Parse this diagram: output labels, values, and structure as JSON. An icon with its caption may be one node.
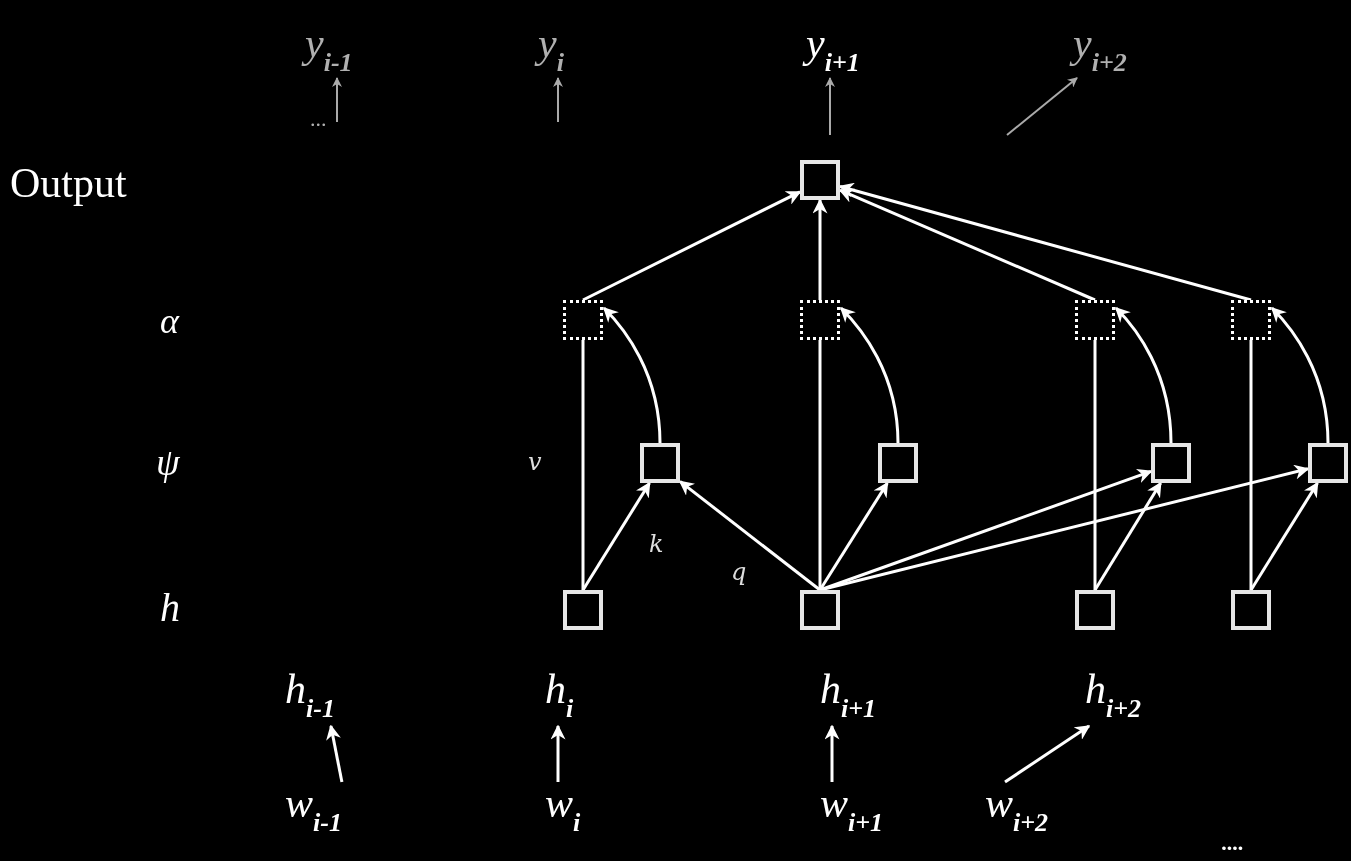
{
  "diagram": {
    "nodes": [
      {
        "text": [
          "y$_{i-1}$"
        ]
      },
      {
        "text": [
          "y$_{i}$"
        ]
      },
      {
        "text": [
          "y$_{i+1}$"
        ]
      },
      {
        "text": [
          "y$_{i+2}$"
        ]
      },
      {
        "text": [],
        "shape": "box"
      },
      {
        "text": [],
        "shape": "box"
      },
      {
        "text": [],
        "shape": "box"
      },
      {
        "text": [],
        "shape": "box"
      },
      {
        "text": [],
        "shape": "box"
      },
      {
        "text": [],
        "shape": "box"
      },
      {
        "text": [],
        "shape": "box"
      },
      {
        "text": [],
        "shape": "box"
      },
      {
        "text": [],
        "shape": "box"
      },
      {
        "text": [],
        "shape": "box"
      },
      {
        "text": [],
        "shape": "box"
      },
      {
        "text": [],
        "shape": "box"
      },
      {
        "text": [],
        "shape": "box"
      },
      {
        "text": [
          "h$_{i-1}$"
        ]
      },
      {
        "text": [
          "h$_{i}$"
        ]
      },
      {
        "text": [
          "h$_{i+1}$"
        ]
      },
      {
        "text": [
          "h$_{i+2}$"
        ]
      },
      {
        "text": [
          "w$_{i-1}$"
        ]
      },
      {
        "text": [
          "w$_{i}$"
        ]
      },
      {
        "text": [
          "w$_{i+1}$"
        ]
      },
      {
        "text": [
          "w$_{i+2}$"
        ]
      }
    ],
    "edges": [
      {
        "from": null,
        "to": 0,
        "arrow": "to",
        "color": "#aaaaaa"
      },
      {
        "from": null,
        "to": 1,
        "arrow": "to",
        "color": "#aaaaaa"
      },
      {
        "from": null,
        "to": 2,
        "arrow": "to",
        "color": "#aaaaaa"
      },
      {
        "from": null,
        "to": 3,
        "arrow": "to",
        "color": "#aaaaaa"
      },
      {
        "from": 5,
        "to": 4,
        "arrow": "to"
      },
      {
        "from": 6,
        "to": 4,
        "arrow": "to"
      },
      {
        "from": 7,
        "to": 4,
        "arrow": "to"
      },
      {
        "from": 8,
        "to": 4,
        "arrow": "to"
      },
      {
        "from": 9,
        "to": 5,
        "arrow": "to"
      },
      {
        "from": 10,
        "to": 6,
        "arrow": "to"
      },
      {
        "from": 11,
        "to": 7,
        "arrow": "to"
      },
      {
        "from": 12,
        "to": 8,
        "arrow": "to"
      },
      {
        "from": 13,
        "to": 5,
        "arrow": "none",
        "label": "v"
      },
      {
        "from": 14,
        "to": 6,
        "arrow": "none"
      },
      {
        "from": 15,
        "to": 7,
        "arrow": "none"
      },
      {
        "from": 16,
        "to": 8,
        "arrow": "none"
      },
      {
        "from": 13,
        "to": 9,
        "arrow": "to",
        "label": "k"
      },
      {
        "from": 14,
        "to": 9,
        "arrow": "to",
        "label": "q"
      },
      {
        "from": 14,
        "to": 10,
        "arrow": "to"
      },
      {
        "from": 14,
        "to": 11,
        "arrow": "to"
      },
      {
        "from": 14,
        "to": 12,
        "arrow": "to"
      },
      {
        "from": 15,
        "to": 11,
        "arrow": "to"
      },
      {
        "from": 16,
        "to": 12,
        "arrow": "to"
      },
      {
        "from": 21,
        "to": 17,
        "arrow": "to"
      },
      {
        "from": 22,
        "to": 18,
        "arrow": "to"
      },
      {
        "from": 23,
        "to": 19,
        "arrow": "to"
      },
      {
        "from": 24,
        "to": 20,
        "arrow": "to"
      }
    ],
    "labels": [
      "Output",
      "α",
      "ψ",
      "h",
      "...",
      "...."
    ]
  }
}
